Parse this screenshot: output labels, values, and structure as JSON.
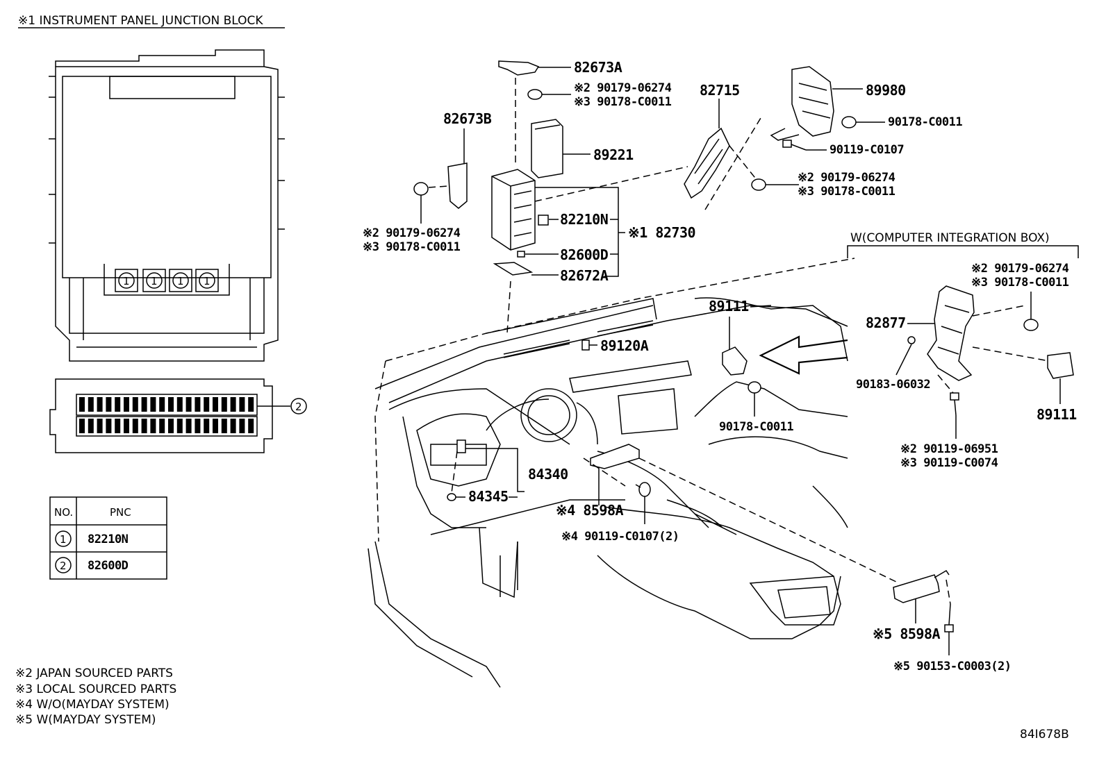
{
  "header": {
    "title": "※1 INSTRUMENT PANEL JUNCTION BLOCK"
  },
  "junction_block": {
    "fuse_marker": "1",
    "connector_marker": "2"
  },
  "table": {
    "col_no": "NO.",
    "col_pnc": "PNC",
    "rows": [
      {
        "no": "1",
        "pnc": "82210N"
      },
      {
        "no": "2",
        "pnc": "82600D"
      }
    ]
  },
  "notes": [
    "※2 JAPAN SOURCED PARTS",
    "※3 LOCAL SOURCED PARTS",
    "※4 W/O(MAYDAY SYSTEM)",
    "※5 W(MAYDAY SYSTEM)"
  ],
  "diagram_code": "84I678B",
  "group_label": "W(COMPUTER INTEGRATION BOX)",
  "callouts": {
    "p82673A": "82673A",
    "p82673A_j": "※2 90179-06274",
    "p82673A_l": "※3 90178-C0011",
    "p82673B": "82673B",
    "p82673B_j": "※2 90179-06274",
    "p82673B_l": "※3 90178-C0011",
    "p89221": "89221",
    "p82210N": "82210N",
    "p82730": "※1 82730",
    "p82600D": "82600D",
    "p82672A": "82672A",
    "p82715": "82715",
    "p89980": "89980",
    "p90178_top": "90178-C0011",
    "p90119_top": "90119-C0107",
    "p_rt_j": "※2 90179-06274",
    "p_rt_l": "※3 90178-C0011",
    "p89111_mid": "89111",
    "p89120A": "89120A",
    "p90178_mid": "90178-C0011",
    "p84340": "84340",
    "p84345": "84345",
    "p8598A_4": "※4 8598A",
    "p90119_4": "※4 90119-C0107(2)",
    "p_box_j": "※2 90179-06274",
    "p_box_l": "※3 90178-C0011",
    "p82877": "82877",
    "p90183": "90183-06032",
    "p89111_r": "89111",
    "p90119_06951": "※2 90119-06951",
    "p90119_C0074": "※3 90119-C0074",
    "p8598A_5": "※5 8598A",
    "p90153": "※5 90153-C0003(2)"
  }
}
